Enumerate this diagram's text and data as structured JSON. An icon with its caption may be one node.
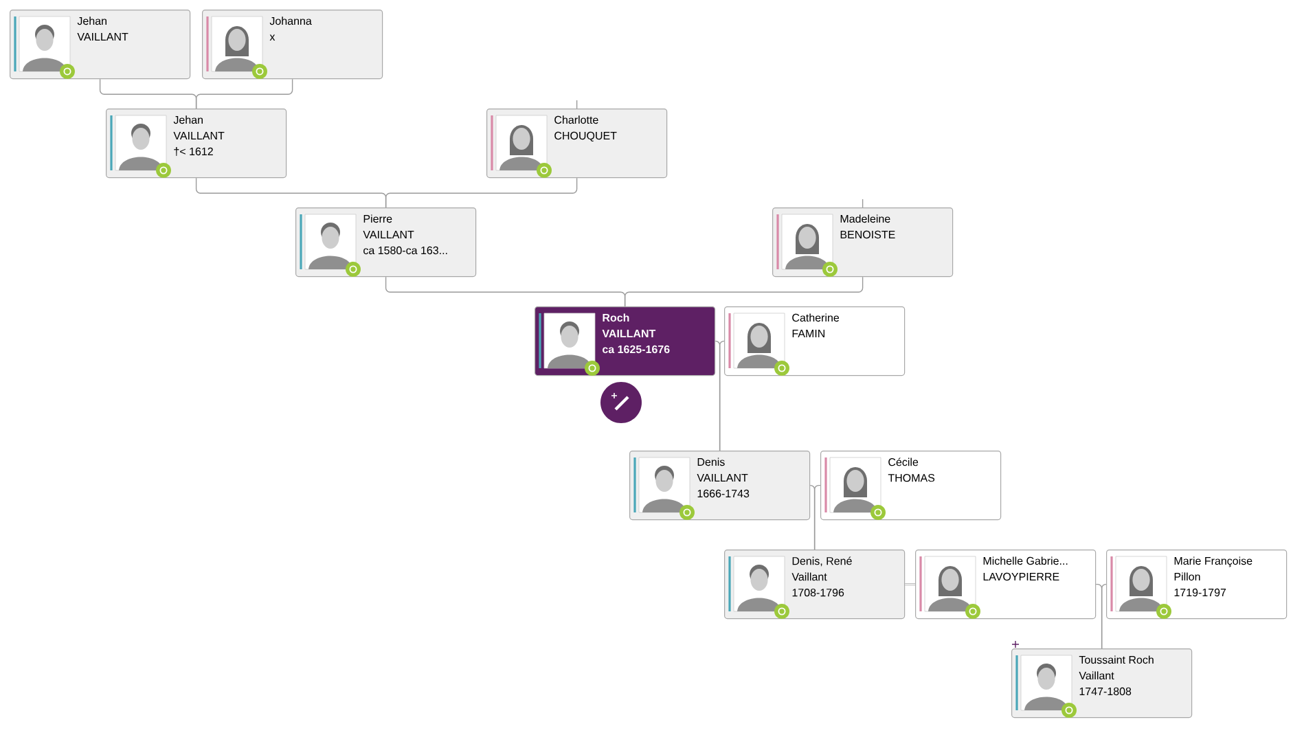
{
  "diagram": {
    "nodes": [
      {
        "text": [
          "Jehan",
          "VAILLANT"
        ]
      },
      {
        "text": [
          "Johanna",
          "x"
        ]
      },
      {
        "text": [
          "Jehan",
          "VAILLANT",
          "†< 1612"
        ]
      },
      {
        "text": [
          "Charlotte",
          "CHOUQUET"
        ]
      },
      {
        "text": [
          "Pierre",
          "VAILLANT",
          "ca 1580-ca 163..."
        ]
      },
      {
        "text": [
          "Madeleine",
          "BENOISTE"
        ]
      },
      {
        "text": [
          "Roch",
          "VAILLANT",
          "ca 1625-1676"
        ]
      },
      {
        "text": [
          "Catherine",
          "FAMIN"
        ]
      },
      {
        "text": [
          "Denis",
          "VAILLANT",
          "1666-1743"
        ]
      },
      {
        "text": [
          "Cécile",
          "THOMAS"
        ]
      },
      {
        "text": [
          "Denis, René",
          "Vaillant",
          "1708-1796"
        ]
      },
      {
        "text": [
          "Michelle Gabrie...",
          "LAVOYPIERRE"
        ]
      },
      {
        "text": [
          "Marie Françoise",
          "Pillon",
          "1719-1797"
        ]
      },
      {
        "text": [
          "Toussaint Roch",
          "Vaillant",
          "1747-1808"
        ]
      }
    ],
    "edges": [
      {
        "from": 0,
        "to": 2,
        "arrow": "none"
      },
      {
        "from": 1,
        "to": 2,
        "arrow": "none"
      },
      {
        "from": 2,
        "to": 4,
        "arrow": "none"
      },
      {
        "from": 3,
        "to": 4,
        "arrow": "none"
      },
      {
        "from": 4,
        "to": 6,
        "arrow": "none"
      },
      {
        "from": 5,
        "to": 6,
        "arrow": "none"
      },
      {
        "from": 6,
        "to": 8,
        "arrow": "none"
      },
      {
        "from": 7,
        "to": 8,
        "arrow": "none"
      },
      {
        "from": 8,
        "to": 10,
        "arrow": "none"
      },
      {
        "from": 9,
        "to": 10,
        "arrow": "none"
      },
      {
        "from": 10,
        "to": 11,
        "arrow": "none"
      },
      {
        "from": 11,
        "to": 13,
        "arrow": "none"
      },
      {
        "from": 12,
        "to": 13,
        "arrow": "none"
      },
      {
        "from": null,
        "to": 3,
        "arrow": "none"
      },
      {
        "from": null,
        "to": 5,
        "arrow": "none"
      }
    ]
  }
}
